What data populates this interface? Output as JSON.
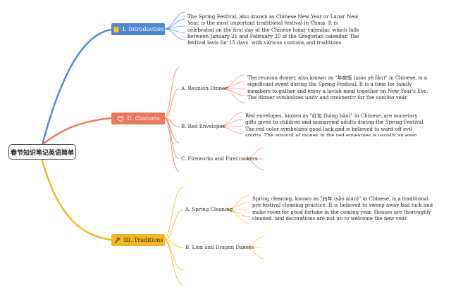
{
  "root": {
    "label": "春节知识笔记英语简单"
  },
  "colors": {
    "blue": "#4f86d6",
    "orange": "#e9795f",
    "yellow": "#f1b724"
  },
  "topics": [
    {
      "label": "I. Introduction",
      "icon": "book-icon",
      "note": "The Spring Festival, also known as Chinese New Year or Lunar New Year, is the most important traditional festival in China. It is celebrated on the first day of the Chinese lunar calendar, which falls between January 21 and February 20 of the Gregorian calendar. The festival lasts for 15 days, with various customs and traditions associated with it."
    },
    {
      "label": "II. Customs",
      "icon": "heart-icon",
      "subs": [
        {
          "label": "A. Reunion Dinner",
          "note": "The reunion dinner, also known as \"年夜饭 (nián yè fàn)\" in Chinese, is a significant event during the Spring Festival. It is a time for family members to gather and enjoy a lavish meal together on New Year's Eve. The dinner symbolizes unity and prosperity for the coming year."
        },
        {
          "label": "B. Red Envelopes",
          "note": "Red envelopes, known as \"红包 (hóng bāo)\" in Chinese, are monetary gifts given to children and unmarried adults during the Spring Festival. The red color symbolizes good luck and is believed to ward off evil spirits. The amount of money in the red envelopes is usually an even number, as odd numbers are associated with funerals."
        },
        {
          "label": "C. Fireworks and Firecrackers",
          "note": ""
        }
      ]
    },
    {
      "label": "III. Traditions",
      "icon": "hammer-icon",
      "subs": [
        {
          "label": "A. Spring Cleaning",
          "note": "Spring cleaning, known as \"扫年 (sǎo nián)\" in Chinese, is a traditional pre-festival cleaning practice. It is believed to sweep away bad luck and make room for good fortune in the coming year. Houses are thoroughly cleaned, and decorations are put up to welcome the new year."
        },
        {
          "label": "B. Lion and Dragon Dances",
          "note": ""
        }
      ]
    }
  ]
}
